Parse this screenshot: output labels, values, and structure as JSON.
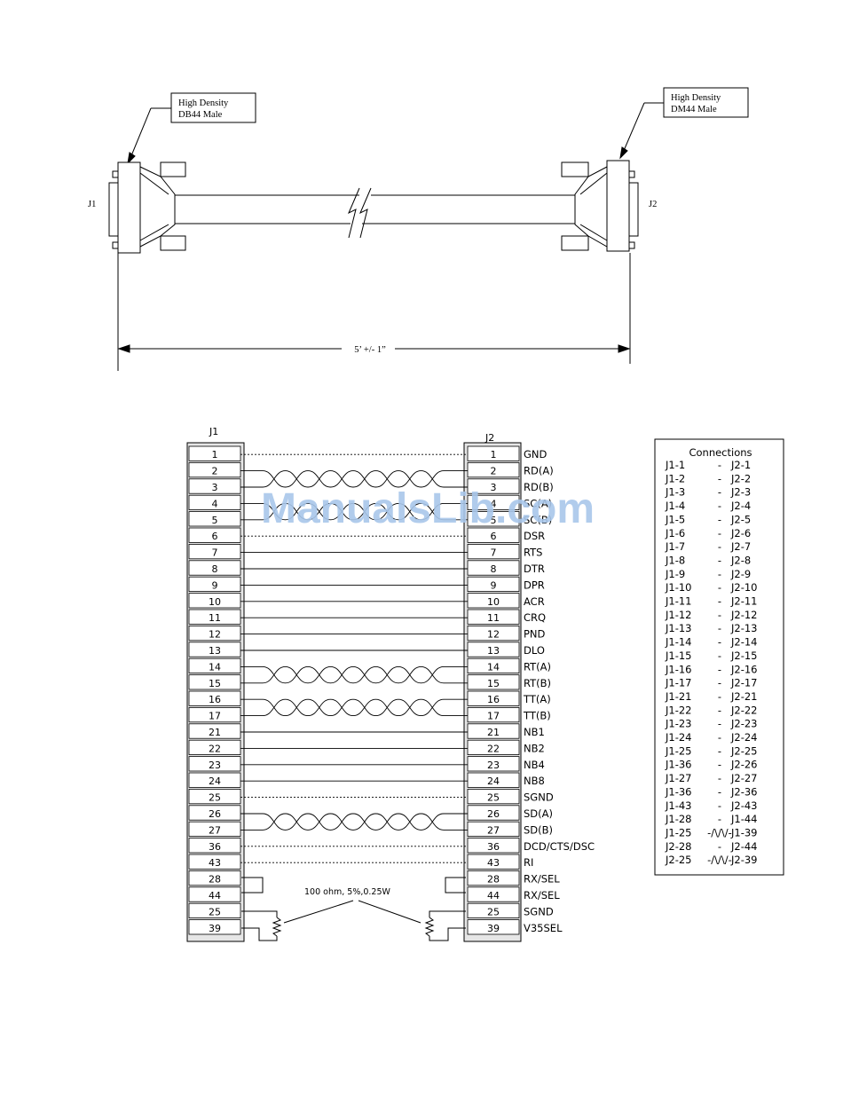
{
  "cable": {
    "left_label": "High Density\nDB44 Male",
    "right_label": "High Density\nDM44 Male",
    "left_connector": "J1",
    "right_connector": "J2",
    "length": "5’ +/- 1”"
  },
  "pinout": {
    "j1_header": "J1",
    "j2_header": "J2",
    "rows": [
      {
        "j1": "1",
        "j2": "1",
        "signal": "GND",
        "wire": "dotted"
      },
      {
        "j1": "2",
        "j2": "2",
        "signal": "RD(A)",
        "wire": "twisted"
      },
      {
        "j1": "3",
        "j2": "3",
        "signal": "RD(B)",
        "wire": "twisted"
      },
      {
        "j1": "4",
        "j2": "4",
        "signal": "SC(A)",
        "wire": "twisted"
      },
      {
        "j1": "5",
        "j2": "5",
        "signal": "SC(B)",
        "wire": "twisted"
      },
      {
        "j1": "6",
        "j2": "6",
        "signal": "DSR",
        "wire": "dotted"
      },
      {
        "j1": "7",
        "j2": "7",
        "signal": "RTS",
        "wire": "solid"
      },
      {
        "j1": "8",
        "j2": "8",
        "signal": "DTR",
        "wire": "solid"
      },
      {
        "j1": "9",
        "j2": "9",
        "signal": "DPR",
        "wire": "solid"
      },
      {
        "j1": "10",
        "j2": "10",
        "signal": "ACR",
        "wire": "solid"
      },
      {
        "j1": "11",
        "j2": "11",
        "signal": "CRQ",
        "wire": "solid"
      },
      {
        "j1": "12",
        "j2": "12",
        "signal": "PND",
        "wire": "solid"
      },
      {
        "j1": "13",
        "j2": "13",
        "signal": "DLO",
        "wire": "solid"
      },
      {
        "j1": "14",
        "j2": "14",
        "signal": "RT(A)",
        "wire": "twisted"
      },
      {
        "j1": "15",
        "j2": "15",
        "signal": "RT(B)",
        "wire": "twisted"
      },
      {
        "j1": "16",
        "j2": "16",
        "signal": "TT(A)",
        "wire": "twisted"
      },
      {
        "j1": "17",
        "j2": "17",
        "signal": "TT(B)",
        "wire": "twisted"
      },
      {
        "j1": "21",
        "j2": "21",
        "signal": "NB1",
        "wire": "solid"
      },
      {
        "j1": "22",
        "j2": "22",
        "signal": "NB2",
        "wire": "solid"
      },
      {
        "j1": "23",
        "j2": "23",
        "signal": "NB4",
        "wire": "solid"
      },
      {
        "j1": "24",
        "j2": "24",
        "signal": "NB8",
        "wire": "solid"
      },
      {
        "j1": "25",
        "j2": "25",
        "signal": "SGND",
        "wire": "dotted"
      },
      {
        "j1": "26",
        "j2": "26",
        "signal": "SD(A)",
        "wire": "twisted"
      },
      {
        "j1": "27",
        "j2": "27",
        "signal": "SD(B)",
        "wire": "twisted"
      },
      {
        "j1": "36",
        "j2": "36",
        "signal": "DCD/CTS/DSC",
        "wire": "dotted"
      },
      {
        "j1": "43",
        "j2": "43",
        "signal": "RI",
        "wire": "dotted"
      },
      {
        "j1": "28",
        "j2": "28",
        "signal": "RX/SEL",
        "wire": "none"
      },
      {
        "j1": "44",
        "j2": "44",
        "signal": "RX/SEL",
        "wire": "none"
      },
      {
        "j1": "25",
        "j2": "25",
        "signal": "SGND",
        "wire": "none"
      },
      {
        "j1": "39",
        "j2": "39",
        "signal": "V35SEL",
        "wire": "none"
      }
    ],
    "resistor_label": "100 ohm, 5%,0.25W"
  },
  "connections": {
    "title": "Connections",
    "rows": [
      {
        "a": "J1-1",
        "sep": "-",
        "b": "J2-1"
      },
      {
        "a": "J1-2",
        "sep": "-",
        "b": "J2-2"
      },
      {
        "a": "J1-3",
        "sep": "-",
        "b": "J2-3"
      },
      {
        "a": "J1-4",
        "sep": "-",
        "b": "J2-4"
      },
      {
        "a": "J1-5",
        "sep": "-",
        "b": "J2-5"
      },
      {
        "a": "J1-6",
        "sep": "-",
        "b": "J2-6"
      },
      {
        "a": "J1-7",
        "sep": "-",
        "b": "J2-7"
      },
      {
        "a": "J1-8",
        "sep": "-",
        "b": "J2-8"
      },
      {
        "a": "J1-9",
        "sep": "-",
        "b": "J2-9"
      },
      {
        "a": "J1-10",
        "sep": "-",
        "b": "J2-10"
      },
      {
        "a": "J1-11",
        "sep": "-",
        "b": "J2-11"
      },
      {
        "a": "J1-12",
        "sep": "-",
        "b": "J2-12"
      },
      {
        "a": "J1-13",
        "sep": "-",
        "b": "J2-13"
      },
      {
        "a": "J1-14",
        "sep": "-",
        "b": "J2-14"
      },
      {
        "a": "J1-15",
        "sep": "-",
        "b": "J2-15"
      },
      {
        "a": "J1-16",
        "sep": "-",
        "b": "J2-16"
      },
      {
        "a": "J1-17",
        "sep": "-",
        "b": "J2-17"
      },
      {
        "a": "J1-21",
        "sep": "-",
        "b": "J2-21"
      },
      {
        "a": "J1-22",
        "sep": "-",
        "b": "J2-22"
      },
      {
        "a": "J1-23",
        "sep": "-",
        "b": "J2-23"
      },
      {
        "a": "J1-24",
        "sep": "-",
        "b": "J2-24"
      },
      {
        "a": "J1-25",
        "sep": "-",
        "b": "J2-25"
      },
      {
        "a": "J1-36",
        "sep": "-",
        "b": "J2-26"
      },
      {
        "a": "J1-27",
        "sep": "-",
        "b": "J2-27"
      },
      {
        "a": "J1-36",
        "sep": "-",
        "b": "J2-36"
      },
      {
        "a": "J1-43",
        "sep": "-",
        "b": "J2-43"
      },
      {
        "a": "J1-28",
        "sep": "-",
        "b": "J1-44"
      },
      {
        "a": "J1-25",
        "sep": "-/\\/\\/-",
        "b": "J1-39"
      },
      {
        "a": "J2-28",
        "sep": "-",
        "b": "J2-44"
      },
      {
        "a": "J2-25",
        "sep": "-/\\/\\/-",
        "b": "J2-39"
      }
    ]
  },
  "watermark": "ManualsLib.com",
  "colors": {
    "line": "#000000",
    "watermark": "#a9c6ea",
    "pin_fill": "#ffffff",
    "frame": "#000000"
  }
}
